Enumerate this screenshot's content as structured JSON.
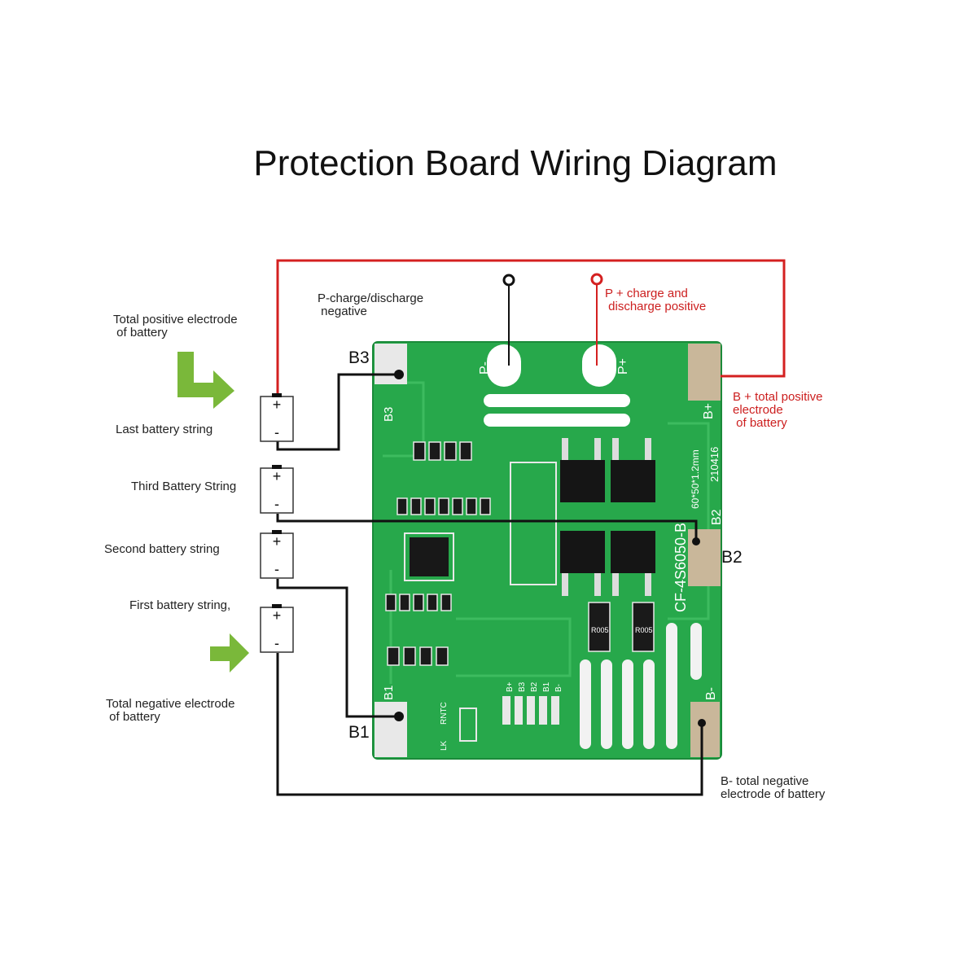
{
  "title": "Protection Board Wiring Diagram",
  "labels": {
    "total_positive": "Total positive electrode\n of battery",
    "last_string": "Last battery string",
    "third_string": "Third Battery String",
    "second_string": "Second battery string",
    "first_string": "First battery string,",
    "total_negative": "Total negative electrode\n of battery",
    "p_minus_desc": "P-charge/discharge\n negative",
    "p_plus_desc": "P + charge and\n discharge positive",
    "b_plus_desc": "B + total positive\nelectrode\n of battery",
    "b_minus_desc": "B- total negative\nelectrode of battery"
  },
  "pads": {
    "b1": "B1",
    "b2": "B2",
    "b3": "B3"
  },
  "silkscreen": {
    "p_minus": "P-",
    "p_plus": "P+",
    "b_plus": "B+",
    "b_minus": "B-",
    "b2": "B2",
    "b3": "B3",
    "b1": "B1",
    "model": "CF-4S6050-B",
    "size": "60*50*1.2mm",
    "date": "210416",
    "ntc": "RNTC",
    "lk": "LK",
    "resistor": "R005",
    "header_pins": [
      "B+",
      "B3",
      "B2",
      "B1",
      "B-"
    ]
  },
  "cell_symbols": {
    "plus": "+",
    "minus": "-"
  },
  "colors": {
    "wire_positive": "#d42020",
    "wire": "#111111",
    "pcb": "#24a84a",
    "arrow": "#7ab83a"
  }
}
